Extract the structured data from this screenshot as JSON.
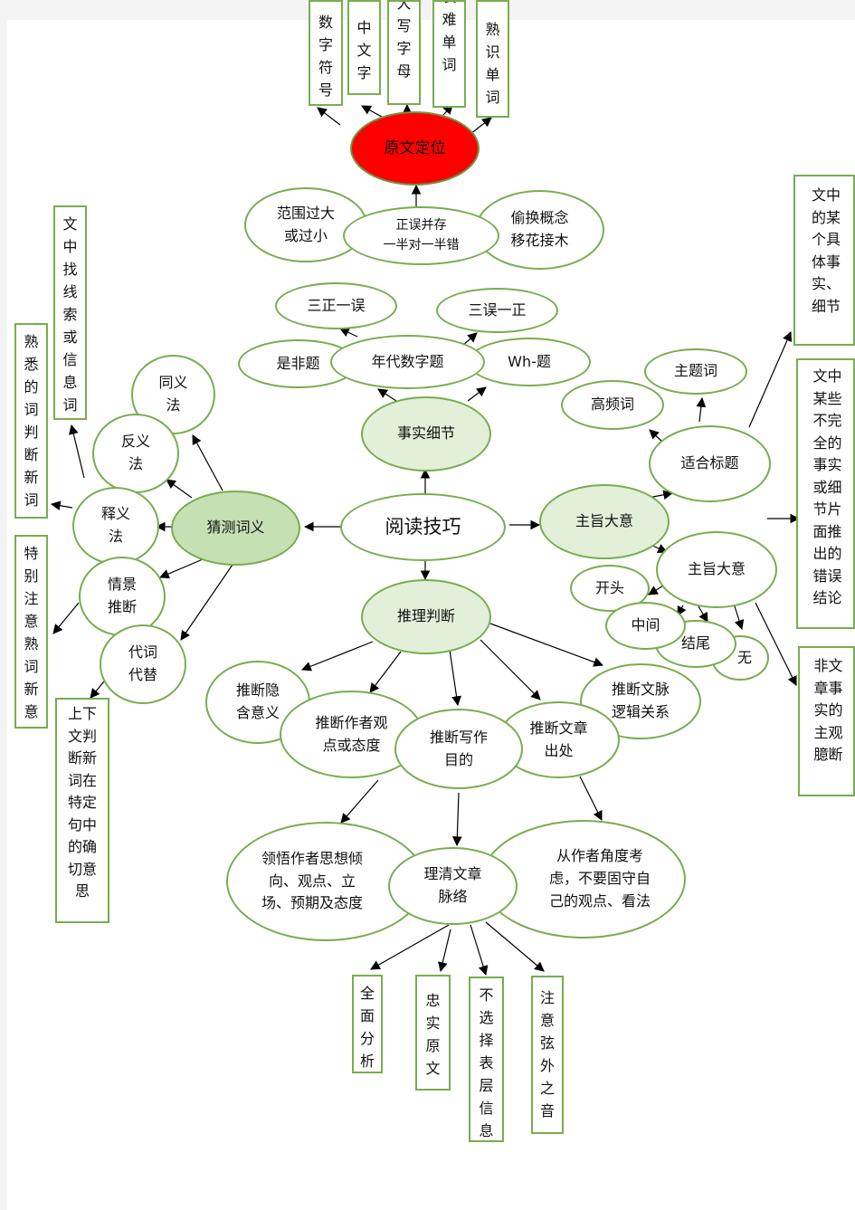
{
  "nodes": {
    "center": "阅读技巧",
    "fact_detail": "事实细节",
    "guess_meaning": "猜测词义",
    "main_idea": "主旨大意",
    "inference": "推理判断",
    "locate": "原文定位",
    "right_wrong": "正误并存\n一半对一半错",
    "too_broad": "范围过大\n或过小",
    "concept_swap": "偷换概念\n移花接木",
    "three_right": "三正一误",
    "three_wrong": "三误一正",
    "yes_no": "是非题",
    "date_number": "年代数字题",
    "wh": "Wh-题",
    "synonym": "同义\n法",
    "antonym": "反义\n法",
    "definition": "释义\n法",
    "context": "情景\n推断",
    "pronoun": "代词\n代替",
    "keyword": "主题词",
    "frequent": "高频词",
    "fit_title": "适合标题",
    "main_idea_sub": "主旨大意",
    "opening": "开头",
    "middle": "中间",
    "ending": "结尾",
    "none": "无",
    "implied": "推断隐\n含意义",
    "author_view": "推断作者观\n点或态度",
    "purpose": "推断写作\n目的",
    "source": "推断文章\n出处",
    "logic": "推断文脉\n逻辑关系",
    "understand_author": "领悟作者思想倾\n向、观点、立\n场、预期及态度",
    "structure": "理清文章\n脉络",
    "author_angle": "从作者角度考\n虑，不要固守自\n己的观点、看法"
  },
  "boxes": {
    "num_symbol": "数字符号",
    "chinese": "中文字",
    "capital": "大写字母",
    "hard_word": "长难单词",
    "familiar_word": "熟识单词",
    "find_clue": "文中找线索或信息词",
    "familiar_judge": "熟悉的词判断新词",
    "familiar_new": "特别注意熟词新意",
    "context_meaning": "上下文判断新词在特定句中的确切意思",
    "specific_fact": "文中的某个具体事实、细节",
    "incomplete_fact": "文中某些不完全的事实或细节片面推出的错误结论",
    "subjective": "非文章事实的主观臆断",
    "comprehensive": "全面分析",
    "faithful": "忠实原文",
    "surface": "不选择表层信息",
    "subtext": "注意弦外之音"
  }
}
